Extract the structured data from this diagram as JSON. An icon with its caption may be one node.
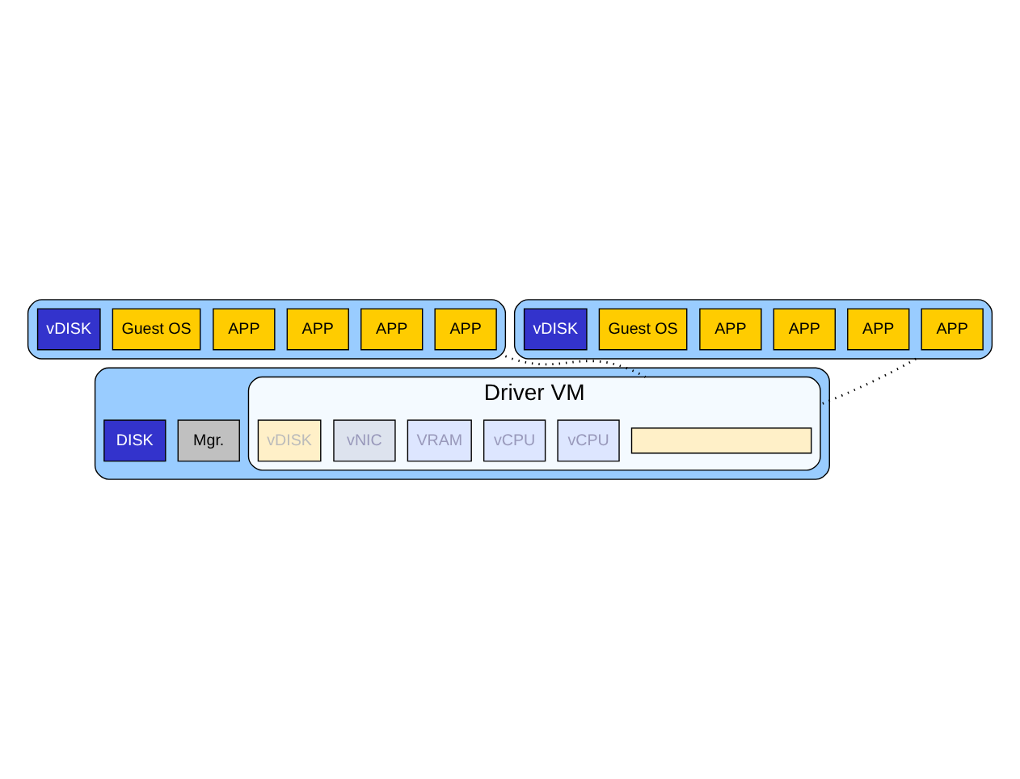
{
  "diagram": {
    "nodes": [
      {
        "text": [],
        "shape": "box"
      },
      {
        "text": [
          "APP"
        ],
        "in": 0
      },
      {
        "text": [
          "APP"
        ],
        "in": 0
      },
      {
        "text": [
          "APP"
        ],
        "in": 0
      },
      {
        "text": [
          "APP"
        ],
        "in": 0
      },
      {
        "text": [
          "Guest OS"
        ],
        "in": 0
      },
      {
        "text": [
          "vDISK"
        ],
        "in": 0
      },
      {
        "text": [],
        "shape": "box"
      },
      {
        "text": [
          "APP"
        ],
        "in": 7
      },
      {
        "text": [
          "APP"
        ],
        "in": 7
      },
      {
        "text": [
          "APP"
        ],
        "in": 7
      },
      {
        "text": [
          "APP"
        ],
        "in": 7
      },
      {
        "text": [
          "Guest OS"
        ],
        "in": 7
      },
      {
        "text": [
          "vDISK"
        ],
        "in": 7
      },
      {
        "text": [],
        "shape": "box"
      },
      {
        "text": [
          "Mgr."
        ],
        "in": 14
      },
      {
        "text": [
          "Driver VM"
        ],
        "in": 14
      },
      {
        "text": [],
        "shape": "box",
        "in": 16
      },
      {
        "text": [
          "vCPU"
        ],
        "in": 16
      },
      {
        "text": [
          "vCPU"
        ],
        "in": 16
      },
      {
        "text": [
          "VRAM"
        ],
        "in": 16
      },
      {
        "text": [
          "vNIC"
        ],
        "in": 16
      },
      {
        "text": [
          "vDISK"
        ],
        "in": 16
      },
      {
        "text": [
          "DISK"
        ],
        "in": 14
      }
    ],
    "edges": [
      {
        "from": 0,
        "to": 16,
        "arrow": "none",
        "style": "dashed"
      },
      {
        "from": 7,
        "to": 16,
        "arrow": "none",
        "style": "dashed"
      }
    ]
  }
}
